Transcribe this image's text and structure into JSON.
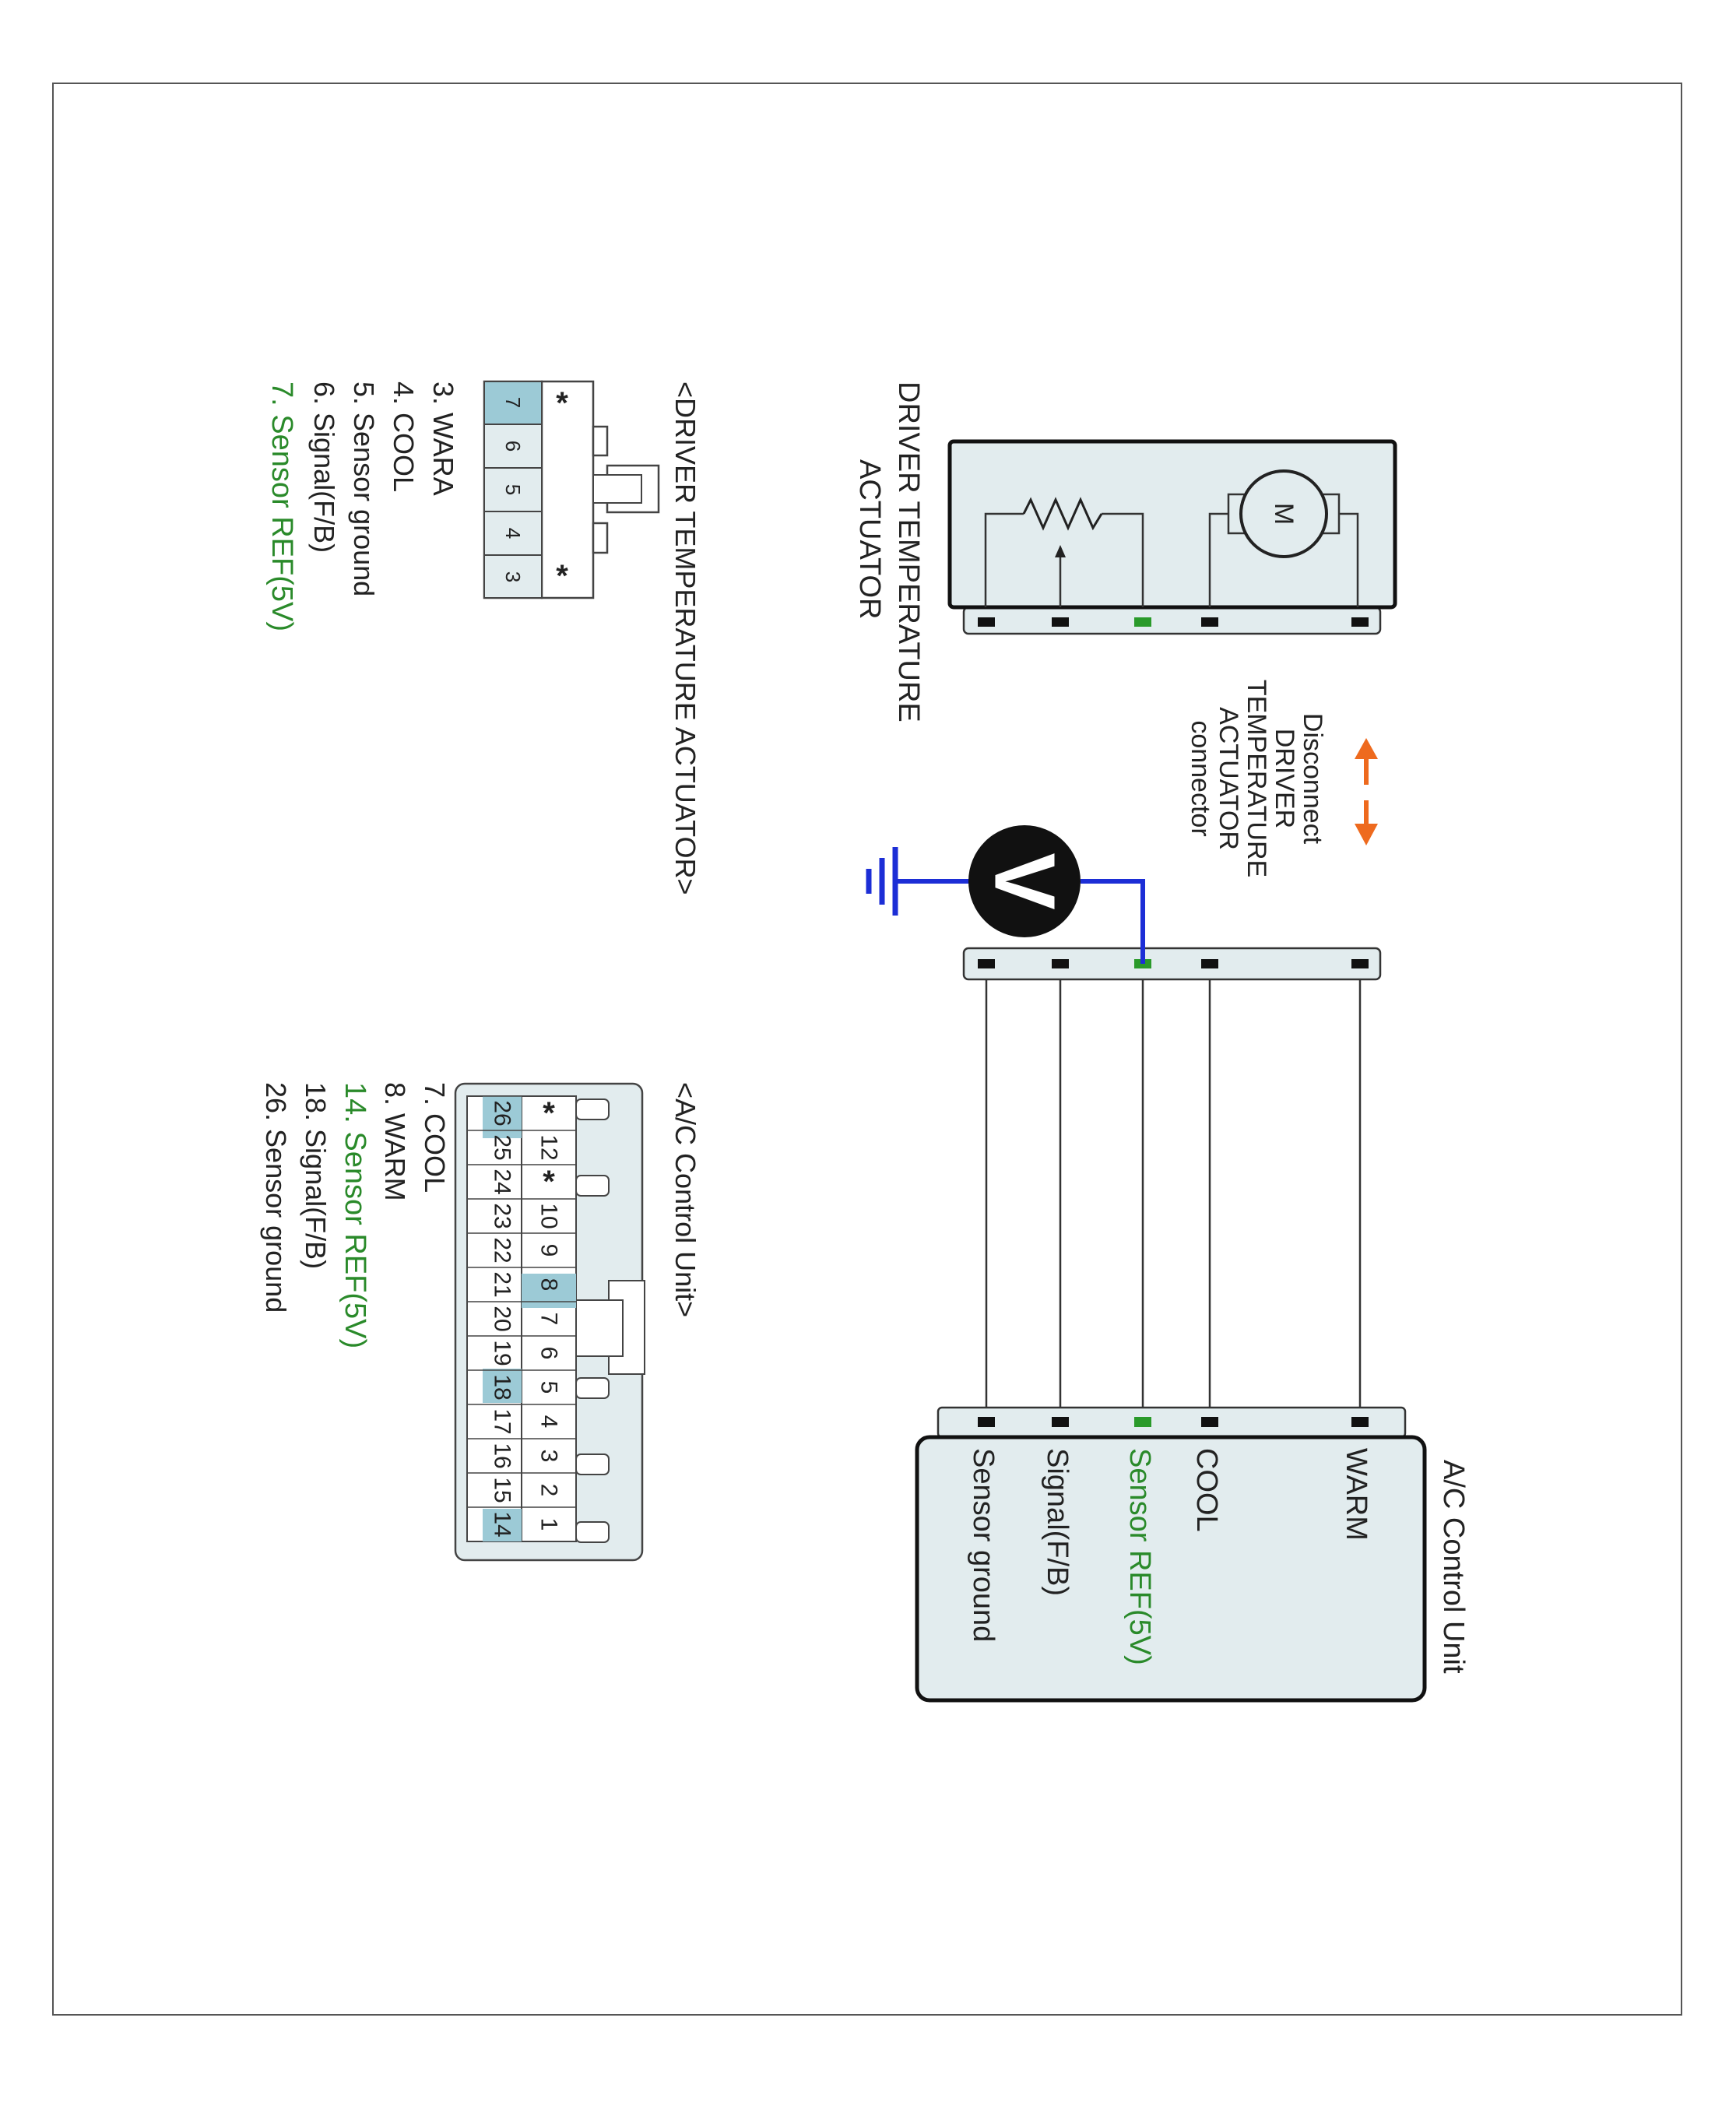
{
  "actuator": {
    "title_line1": "DRIVER TEMPERATURE",
    "title_line2": "ACTUATOR",
    "motor_symbol": "M"
  },
  "disconnect_note": {
    "line1": "Disconnect",
    "line2": "DRIVER",
    "line3": "TEMPERATURE",
    "line4": "ACTUATOR",
    "line5": "connector"
  },
  "voltmeter_symbol": "V",
  "control_unit": {
    "title": "A/C Control Unit",
    "pins": [
      "WARM",
      "COOL",
      "Sensor REF(5V)",
      "Signal(F/B)",
      "Sensor ground"
    ]
  },
  "actuator_connector": {
    "heading": "<DRIVER TEMPERATURE ACTUATOR>",
    "star_symbol": "*",
    "cells": [
      "7",
      "6",
      "5",
      "4",
      "3"
    ],
    "legend": [
      "3. WARA",
      "4. COOL",
      "5. Sensor ground",
      "6. Signal(F/B)",
      "7. Sensor REF(5V)"
    ]
  },
  "control_connector": {
    "heading": "<A/C Control Unit>",
    "star_symbol": "*",
    "top_row": [
      "*",
      "12",
      "*",
      "10",
      "9",
      "8",
      "7",
      "6",
      "5",
      "4",
      "3",
      "2",
      "1"
    ],
    "bottom_row": [
      "26",
      "25",
      "24",
      "23",
      "22",
      "21",
      "20",
      "19",
      "18",
      "17",
      "16",
      "15",
      "14"
    ],
    "legend": [
      "7. COOL",
      "8. WARM",
      "14. Sensor REF(5V)",
      "18. Signal(F/B)",
      "26. Sensor ground"
    ]
  },
  "colors": {
    "box_fill": "#e2ecee",
    "highlight_cell": "#9ccad6",
    "wire_probe": "#1c2ed6",
    "sensor_text": "#2a8a2a",
    "arrow": "#ee6a1e",
    "pin_black": "#111111",
    "pin_green": "#2a9a2a"
  }
}
